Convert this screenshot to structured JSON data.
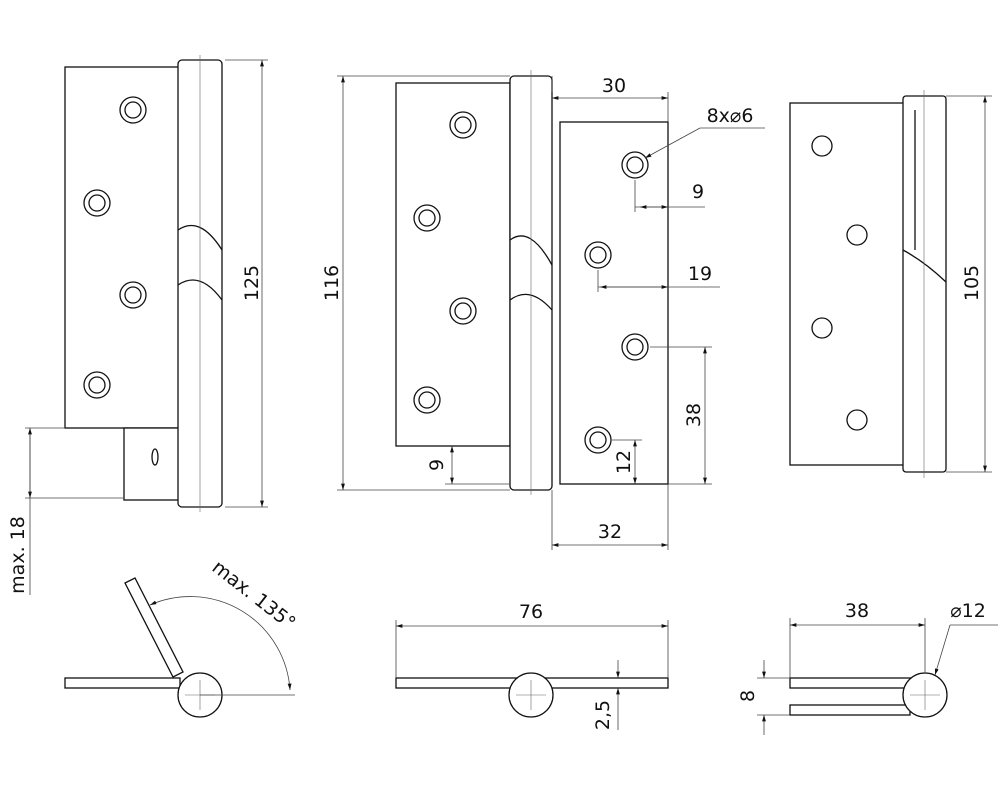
{
  "title": "Hinge technical drawing",
  "dimensions": {
    "left_height": "125",
    "left_offset": "max. 18",
    "middle_height": "116",
    "top_width": "30",
    "holes": "8x⌀6",
    "hole_edge": "9",
    "hole_inner": "19",
    "hole_spacing": "38",
    "bottom_hole": "12",
    "bottom_offset": "9",
    "bottom_width": "32",
    "right_height": "105",
    "angle": "max. 135°",
    "open_width": "76",
    "thickness": "2,5",
    "closed_width": "38",
    "barrel_diameter": "⌀12",
    "closed_gap": "8"
  }
}
